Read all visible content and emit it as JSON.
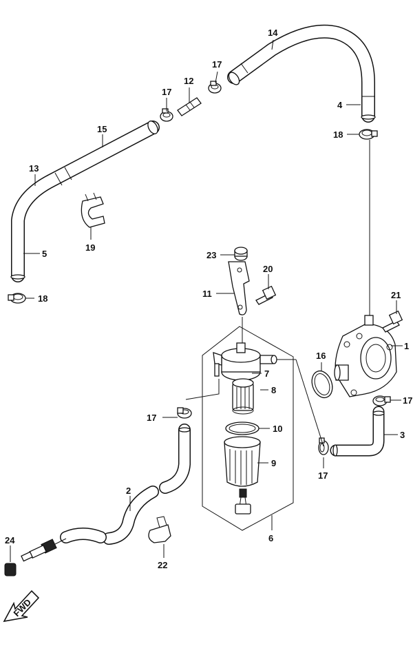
{
  "diagram": {
    "callouts": [
      {
        "id": "c1",
        "label": "1"
      },
      {
        "id": "c2",
        "label": "2"
      },
      {
        "id": "c3",
        "label": "3"
      },
      {
        "id": "c4",
        "label": "4"
      },
      {
        "id": "c5",
        "label": "5"
      },
      {
        "id": "c6",
        "label": "6"
      },
      {
        "id": "c7",
        "label": "7"
      },
      {
        "id": "c8",
        "label": "8"
      },
      {
        "id": "c9",
        "label": "9"
      },
      {
        "id": "c10",
        "label": "10"
      },
      {
        "id": "c11",
        "label": "11"
      },
      {
        "id": "c12",
        "label": "12"
      },
      {
        "id": "c13",
        "label": "13"
      },
      {
        "id": "c14",
        "label": "14"
      },
      {
        "id": "c15",
        "label": "15"
      },
      {
        "id": "c16",
        "label": "16"
      },
      {
        "id": "c17a",
        "label": "17"
      },
      {
        "id": "c17b",
        "label": "17"
      },
      {
        "id": "c17c",
        "label": "17"
      },
      {
        "id": "c17d",
        "label": "17"
      },
      {
        "id": "c17e",
        "label": "17"
      },
      {
        "id": "c18a",
        "label": "18"
      },
      {
        "id": "c18b",
        "label": "18"
      },
      {
        "id": "c19",
        "label": "19"
      },
      {
        "id": "c20",
        "label": "20"
      },
      {
        "id": "c21",
        "label": "21"
      },
      {
        "id": "c22",
        "label": "22"
      },
      {
        "id": "c23",
        "label": "23"
      },
      {
        "id": "c24",
        "label": "24"
      }
    ],
    "fwd_label": "FWD"
  }
}
